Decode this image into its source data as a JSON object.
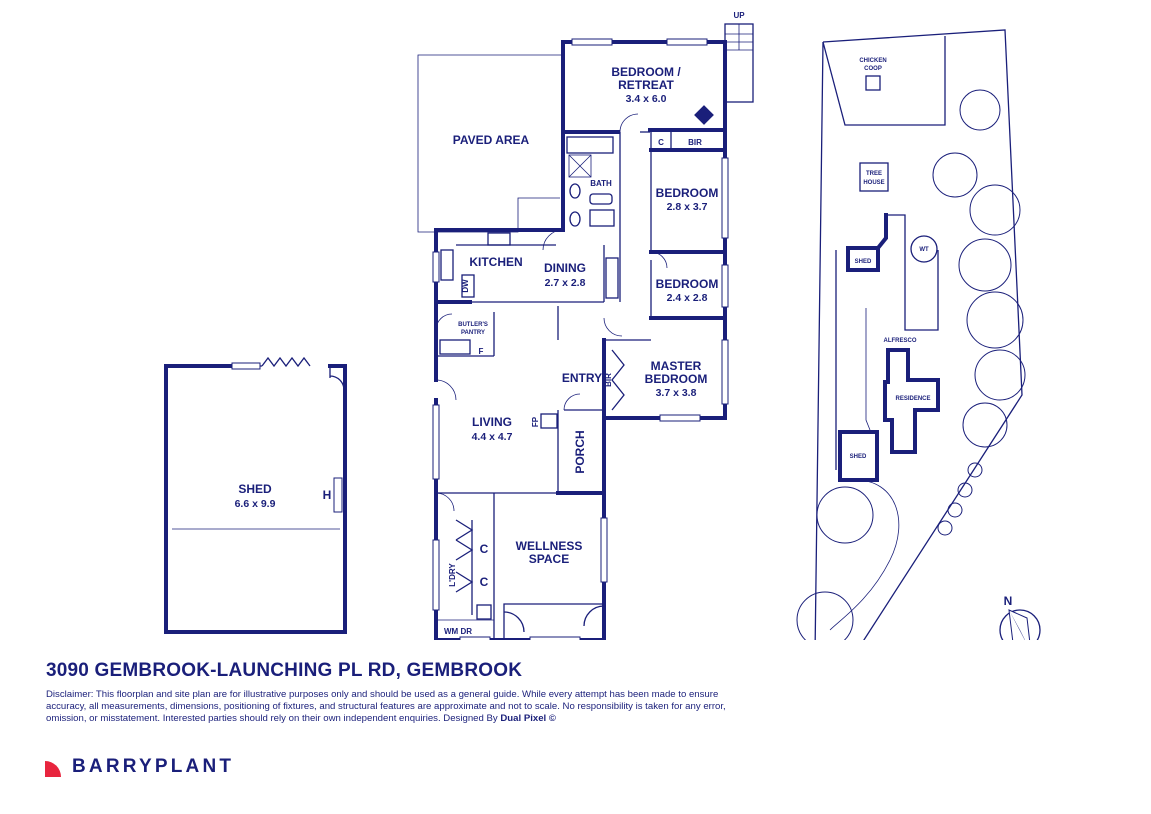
{
  "rooms": {
    "bedroom_retreat": {
      "name": "BEDROOM /",
      "name2": "RETREAT",
      "size": "3.4 x 6.0"
    },
    "paved_area": "PAVED AREA",
    "bath": "BATH",
    "c": "C",
    "bir": "BIR",
    "bedroom2": {
      "name": "BEDROOM",
      "size": "2.8 x 3.7"
    },
    "bedroom3": {
      "name": "BEDROOM",
      "size": "2.4 x 2.8"
    },
    "kitchen": "KITCHEN",
    "dw": "DW",
    "dining": {
      "name": "DINING",
      "size": "2.7  x 2.8"
    },
    "butlers_pantry": {
      "name": "BUTLER'S",
      "name2": "PANTRY"
    },
    "f": "F",
    "master": {
      "name": "MASTER",
      "name2": "BEDROOM",
      "size": "3.7  x 3.8"
    },
    "entry": "ENTRY",
    "bir2": "BIR",
    "living": {
      "name": "LIVING",
      "size": "4.4  x 4.7"
    },
    "fp": "FP",
    "porch": "PORCH",
    "wellness": {
      "name": "WELLNESS",
      "name2": "SPACE"
    },
    "ldry": "L'DRY",
    "c1": "C",
    "c2": "C",
    "wm_dr": "WM DR",
    "up": "UP",
    "shed_main": {
      "name": "SHED",
      "size": "6.6 x 9.9"
    },
    "h": "H"
  },
  "site": {
    "chicken_coop": "CHICKEN",
    "chicken_coop2": "COOP",
    "tree_house": "TREE",
    "tree_house2": "HOUSE",
    "shed1": "SHED",
    "wt": "WT",
    "alfresco": "ALFRESCO",
    "residence": "RESIDENCE",
    "shed2": "SHED",
    "north": "N"
  },
  "footer": {
    "address": "3090 GEMBROOK-LAUNCHING PL RD, GEMBROOK",
    "disclaimer": "Disclaimer: This floorplan and site plan are for illustrative purposes only and should be used as a general guide. While every attempt has been made to ensure accuracy, all measurements, dimensions, positioning of fixtures, and structural features are approximate and not to scale. No responsibility is taken for any error, omission, or misstatement. Interested parties should rely on their own independent enquiries. Designed By",
    "designer": "Dual Pixel ©",
    "brand": "BARRYPLANT"
  },
  "colors": {
    "ink": "#1a1f7a",
    "logo_red": "#e8253e"
  }
}
